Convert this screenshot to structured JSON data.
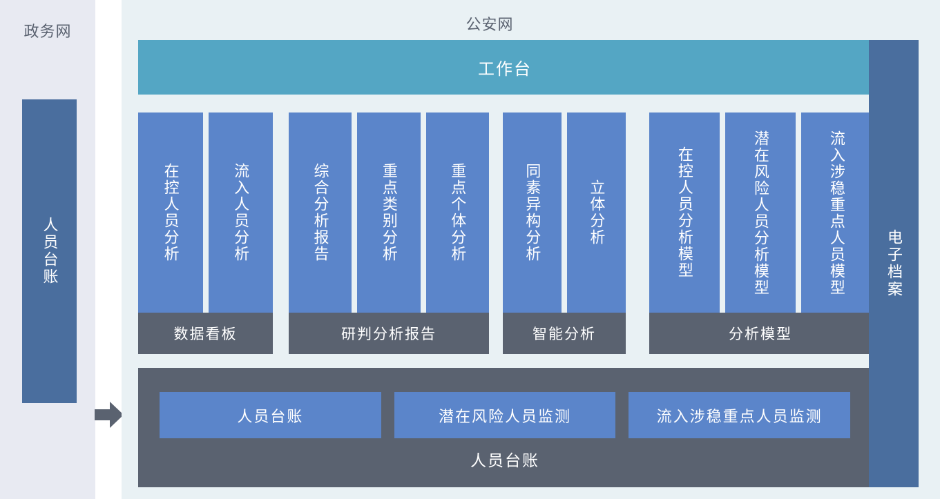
{
  "left_zone": {
    "title": "政务网",
    "ledger_box_label": "人员台账",
    "arrow_icon": "right-arrow-icon"
  },
  "main_zone": {
    "title": "公安网",
    "workbench_label": "工作台",
    "groups": [
      {
        "footer_label": "数据看板",
        "columns": [
          {
            "label": "在控人员分析"
          },
          {
            "label": "流入人员分析"
          }
        ]
      },
      {
        "footer_label": "研判分析报告",
        "columns": [
          {
            "label": "综合分析报告"
          },
          {
            "label": "重点类别分析"
          },
          {
            "label": "重点个体分析"
          }
        ]
      },
      {
        "footer_label": "智能分析",
        "columns": [
          {
            "label": "同素异构分析"
          },
          {
            "label": "立体分析"
          }
        ]
      },
      {
        "footer_label": "分析模型",
        "columns": [
          {
            "label": "在控人员分析模型"
          },
          {
            "label": "潜在风险人员分析模型"
          },
          {
            "label": "流入涉稳重点人员模型"
          }
        ]
      }
    ],
    "ledger_panel": {
      "caption": "人员台账",
      "boxes": [
        {
          "label": "人员台账"
        },
        {
          "label": "潜在风险人员监测"
        },
        {
          "label": "流入涉稳重点人员监测"
        }
      ]
    }
  },
  "right_zone": {
    "archive_box_label": "电子档案"
  },
  "colors": {
    "teal_bar": "#54a6c4",
    "blue_tile": "#5b85ca",
    "dark_blue_side": "#4a6e9e",
    "gray_footer": "#5a6270",
    "left_bg": "#e8eaf2",
    "main_bg": "#e9f1f4"
  }
}
